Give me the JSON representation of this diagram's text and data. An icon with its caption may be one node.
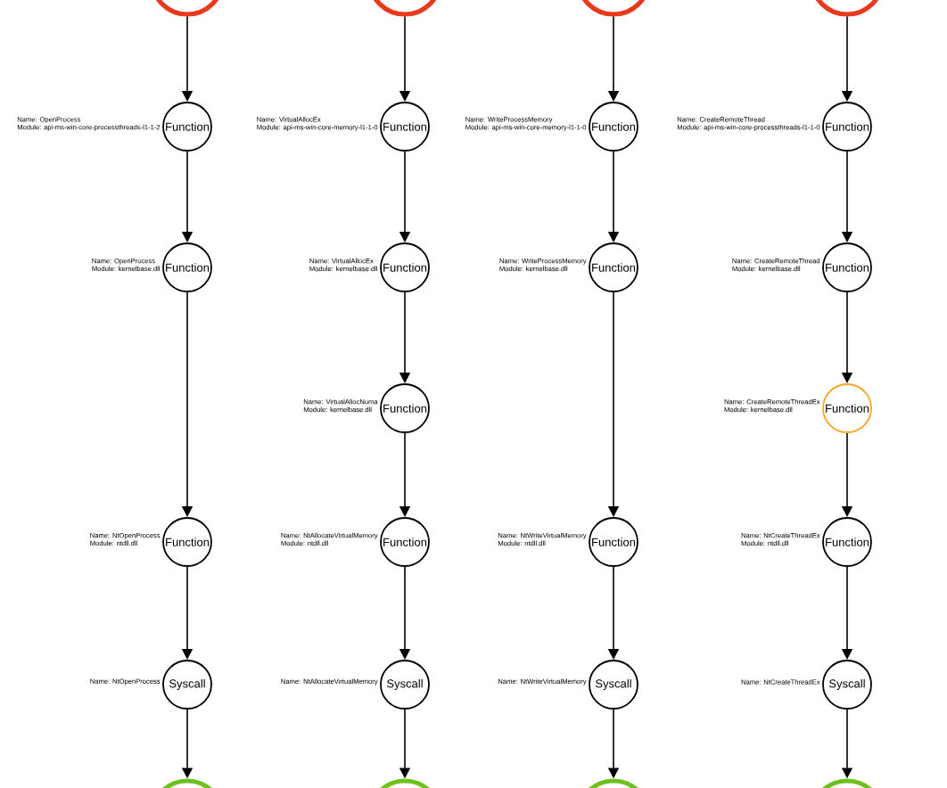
{
  "diagram": {
    "nodes": [
      {
        "text": [],
        "shape": "circle"
      },
      {
        "text": [
          "Function"
        ],
        "beside": [
          "Name: OpenProcess",
          "Module: api-ms-win-core-processthreads-l1-1-2"
        ]
      },
      {
        "text": [
          "Function"
        ],
        "beside": [
          "Name: OpenProcess",
          "Module: kernelbase.dll"
        ]
      },
      {
        "text": [
          "Function"
        ],
        "beside": [
          "Name: NtOpenProcess",
          "Module: ntdll.dll"
        ]
      },
      {
        "text": [
          "Syscall"
        ],
        "beside": [
          "Name: NtOpenProcess"
        ]
      },
      {
        "text": [],
        "shape": "circle"
      },
      {
        "text": [],
        "shape": "circle"
      },
      {
        "text": [
          "Function"
        ],
        "beside": [
          "Name: VirtualAllocEx",
          "Module: api-ms-win-core-memory-l1-1-0"
        ]
      },
      {
        "text": [
          "Function"
        ],
        "beside": [
          "Name: VirtualAllocEx",
          "Module: kernelbase.dll"
        ]
      },
      {
        "text": [
          "Function"
        ],
        "beside": [
          "Name: VirtualAllocNuma",
          "Module: kernelbase.dll"
        ]
      },
      {
        "text": [
          "Function"
        ],
        "beside": [
          "Name: NtAllocateVirtualMemory",
          "Module: ntdll.dll"
        ]
      },
      {
        "text": [
          "Syscall"
        ],
        "beside": [
          "Name: NtAllocateVirtualMemory"
        ]
      },
      {
        "text": [],
        "shape": "circle"
      },
      {
        "text": [],
        "shape": "circle"
      },
      {
        "text": [
          "Function"
        ],
        "beside": [
          "Name: WriteProcessMemory",
          "Module: api-ms-win-core-memory-l1-1-0"
        ]
      },
      {
        "text": [
          "Function"
        ],
        "beside": [
          "Name: WriteProcessMemory",
          "Module: kernelbase.dll"
        ]
      },
      {
        "text": [
          "Function"
        ],
        "beside": [
          "Name: NtWriteVirtualMemory",
          "Module: ntdll.dll"
        ]
      },
      {
        "text": [
          "Syscall"
        ],
        "beside": [
          "Name: NtWriteVirtualMemory"
        ]
      },
      {
        "text": [],
        "shape": "circle"
      },
      {
        "text": [],
        "shape": "circle"
      },
      {
        "text": [
          "Function"
        ],
        "beside": [
          "Name: CreateRemoteThread",
          "Module: api-ms-win-core-processthreads-l1-1-0"
        ]
      },
      {
        "text": [
          "Function"
        ],
        "beside": [
          "Name: CreateRemoteThread",
          "Module: kernelbase.dll"
        ]
      },
      {
        "text": [
          "Function"
        ],
        "beside": [
          "Name: CreateRemoteThreadEx",
          "Module: kernelbase.dll"
        ]
      },
      {
        "text": [
          "Function"
        ],
        "beside": [
          "Name: NtCreateThreadEx",
          "Module: ntdll.dll"
        ]
      },
      {
        "text": [
          "Syscall"
        ],
        "beside": [
          "Name: NtCreateThreadEx"
        ]
      },
      {
        "text": [],
        "shape": "circle"
      }
    ],
    "edges": [
      {
        "from": 0,
        "to": 1,
        "arrow": "to"
      },
      {
        "from": 1,
        "to": 2,
        "arrow": "to"
      },
      {
        "from": 2,
        "to": 3,
        "arrow": "to"
      },
      {
        "from": 3,
        "to": 4,
        "arrow": "to"
      },
      {
        "from": 4,
        "to": 5,
        "arrow": "to"
      },
      {
        "from": 6,
        "to": 7,
        "arrow": "to"
      },
      {
        "from": 7,
        "to": 8,
        "arrow": "to"
      },
      {
        "from": 8,
        "to": 9,
        "arrow": "to"
      },
      {
        "from": 9,
        "to": 10,
        "arrow": "to"
      },
      {
        "from": 10,
        "to": 11,
        "arrow": "to"
      },
      {
        "from": 11,
        "to": 12,
        "arrow": "to"
      },
      {
        "from": 13,
        "to": 14,
        "arrow": "to"
      },
      {
        "from": 14,
        "to": 15,
        "arrow": "to"
      },
      {
        "from": 15,
        "to": 16,
        "arrow": "to"
      },
      {
        "from": 16,
        "to": 17,
        "arrow": "to"
      },
      {
        "from": 17,
        "to": 18,
        "arrow": "to"
      },
      {
        "from": 19,
        "to": 20,
        "arrow": "to"
      },
      {
        "from": 20,
        "to": 21,
        "arrow": "to"
      },
      {
        "from": 21,
        "to": 22,
        "arrow": "to"
      },
      {
        "from": 22,
        "to": 23,
        "arrow": "to"
      },
      {
        "from": 23,
        "to": 24,
        "arrow": "to"
      },
      {
        "from": 24,
        "to": 25,
        "arrow": "to"
      }
    ]
  }
}
